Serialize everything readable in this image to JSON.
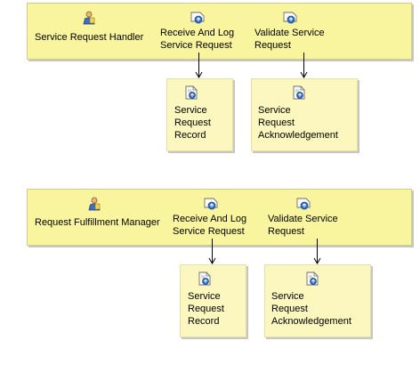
{
  "diagrams": [
    {
      "role": {
        "label": "Service Request Handler",
        "icon": "role-person-icon"
      },
      "tasks": [
        {
          "label": "Receive And Log\nService Request",
          "icon": "task-icon",
          "output": {
            "label": "Service\nRequest\nRecord",
            "icon": "work-product-icon"
          }
        },
        {
          "label": "Validate Service\nRequest",
          "icon": "task-icon",
          "output": {
            "label": "Service\nRequest\nAcknowledgement",
            "icon": "work-product-icon"
          }
        }
      ]
    },
    {
      "role": {
        "label": "Request Fulfillment Manager",
        "icon": "role-person-icon"
      },
      "tasks": [
        {
          "label": "Receive And Log\nService Request",
          "icon": "task-icon",
          "output": {
            "label": "Service\nRequest\nRecord",
            "icon": "work-product-icon"
          }
        },
        {
          "label": "Validate Service\nRequest",
          "icon": "task-icon",
          "output": {
            "label": "Service\nRequest\nAcknowledgement",
            "icon": "work-product-icon"
          }
        }
      ]
    }
  ],
  "colors": {
    "band_fill": "#f9f59e",
    "box_fill": "#fbf7bf",
    "arrow": "#000000"
  }
}
